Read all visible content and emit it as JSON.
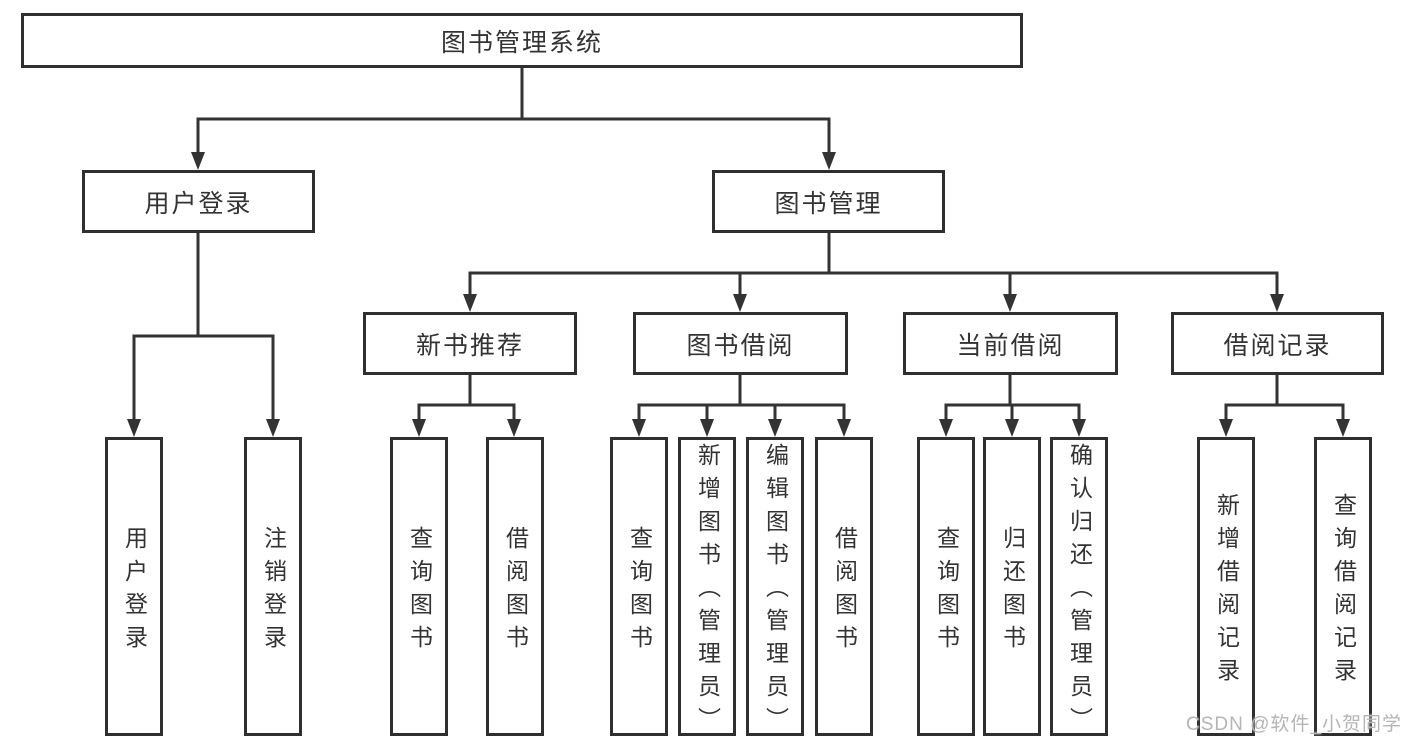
{
  "colors": {
    "background": "#ffffff",
    "line": "#333333",
    "text": "#333333",
    "border": "#2f2f2f",
    "watermark_text": "#b5b5b5"
  },
  "tree": {
    "root": {
      "label": "图书管理系统"
    },
    "branches": [
      {
        "label": "用户登录",
        "leaves": [
          "用户登录",
          "注销登录"
        ]
      },
      {
        "label": "图书管理",
        "groups": [
          {
            "label": "新书推荐",
            "leaves": [
              "查询图书",
              "借阅图书"
            ]
          },
          {
            "label": "图书借阅",
            "leaves": [
              "查询图书",
              "新增图书（管理员）",
              "编辑图书（管理员）",
              "借阅图书"
            ]
          },
          {
            "label": "当前借阅",
            "leaves": [
              "查询图书",
              "归还图书",
              "确认归还（管理员）"
            ]
          },
          {
            "label": "借阅记录",
            "leaves": [
              "新增借阅记录",
              "查询借阅记录"
            ]
          }
        ]
      }
    ]
  },
  "watermark": {
    "label": "CSDN @软件_小贺同学"
  }
}
